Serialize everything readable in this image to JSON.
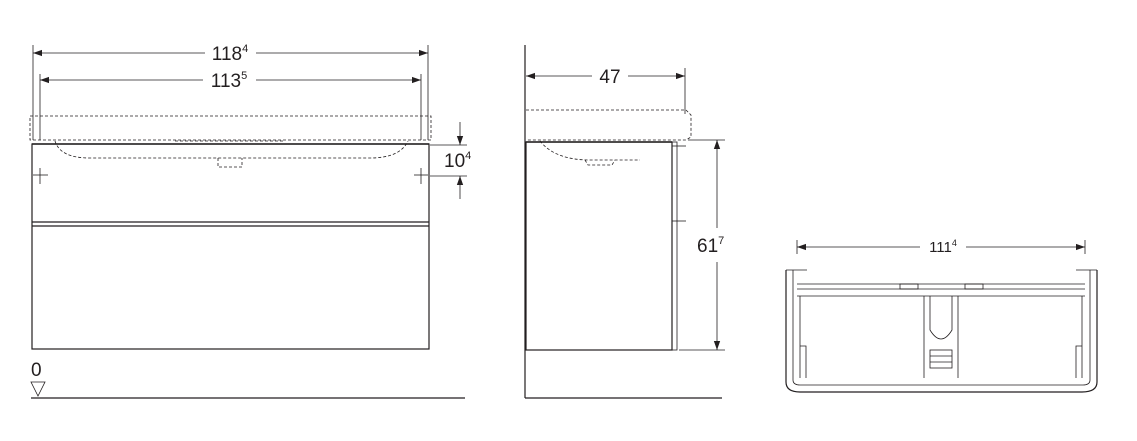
{
  "front_view": {
    "overall_width": {
      "main": "118",
      "sup": "4"
    },
    "inner_width": {
      "main": "113",
      "sup": "5"
    },
    "basin_depth": {
      "main": "10",
      "sup": "4"
    },
    "floor_label": "0"
  },
  "side_view": {
    "depth": {
      "main": "47"
    },
    "height": {
      "main": "61",
      "sup": "7"
    }
  },
  "top_view": {
    "width": {
      "main": "111",
      "sup": "4"
    }
  },
  "colors": {
    "line": "#231f20",
    "background": "#ffffff"
  }
}
